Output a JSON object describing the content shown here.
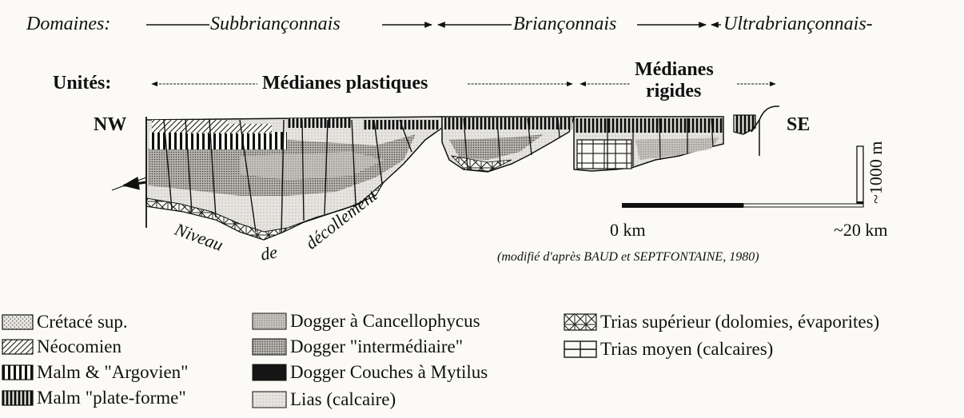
{
  "domains": {
    "label": "Domaines:",
    "subbrianconnais": "Subbriançonnais",
    "brianconnais": "Briançonnais",
    "ultrabrianconnais": "Ultrabriançonnais-"
  },
  "units": {
    "label": "Unités:",
    "plastic": "Médianes plastiques",
    "rigid_line1": "Médianes",
    "rigid_line2": "rigides"
  },
  "orientation": {
    "west": "NW",
    "east": "SE"
  },
  "decollement_words": [
    "Niveau",
    "de",
    "décollement"
  ],
  "scale": {
    "vertical": "~1000 m",
    "start": "0 km",
    "end": "~20 km"
  },
  "source": "(modifié d'après BAUD et SEPTFONTAINE, 1980)",
  "legend": [
    {
      "id": "cretace",
      "label": "Crétacé sup.",
      "pattern": "dots"
    },
    {
      "id": "neocomien",
      "label": "Néocomien",
      "pattern": "diagonal"
    },
    {
      "id": "malm-argovien",
      "label": "Malm & \"Argovien\"",
      "pattern": "vertical-bars"
    },
    {
      "id": "malm-plateforme",
      "label": "Malm \"plate-forme\"",
      "pattern": "dense-vertical-bars"
    },
    {
      "id": "dogger-cancellophycus",
      "label": "Dogger à Cancellophycus",
      "pattern": "fine-dots"
    },
    {
      "id": "dogger-intermediaire",
      "label": "Dogger \"intermédiaire\"",
      "pattern": "medium-dots"
    },
    {
      "id": "dogger-mytilus",
      "label": "Dogger Couches à Mytilus",
      "pattern": "solid-black"
    },
    {
      "id": "lias",
      "label": "Lias (calcaire)",
      "pattern": "light-dots"
    },
    {
      "id": "trias-sup",
      "label": "Trias supérieur (dolomies, évaporites)",
      "pattern": "cross-hatch"
    },
    {
      "id": "trias-moyen",
      "label": "Trias moyen (calcaires)",
      "pattern": "grid"
    }
  ]
}
